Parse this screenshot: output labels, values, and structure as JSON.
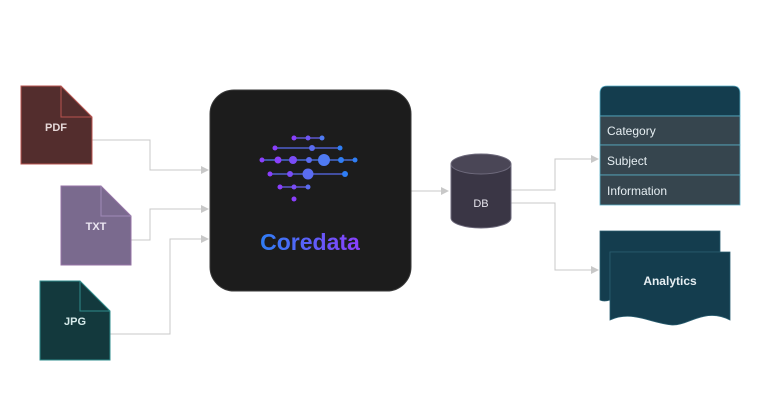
{
  "inputs": {
    "pdf": {
      "label": "PDF",
      "fill": "#532d2d",
      "stroke": "#b85450"
    },
    "txt": {
      "label": "TXT",
      "fill": "#7a6a8e",
      "stroke": "#9673a6"
    },
    "jpg": {
      "label": "JPG",
      "fill": "#13393d",
      "stroke": "#2f8c8c"
    }
  },
  "processor": {
    "name": "Coredata",
    "bg": "#1c1c1c",
    "gradient_start": "#2f7ef5",
    "gradient_end": "#8a3ffc"
  },
  "database": {
    "label": "DB",
    "fill": "#3a3645"
  },
  "record": {
    "header_fill": "#143d4e",
    "fields": [
      "Category",
      "Subject",
      "Information"
    ]
  },
  "report": {
    "label": "Analytics",
    "fill": "#143d4e"
  },
  "colors": {
    "connector": "#c8c8c8",
    "record_row": "#36454e",
    "accent_line": "#5ab0c8"
  }
}
